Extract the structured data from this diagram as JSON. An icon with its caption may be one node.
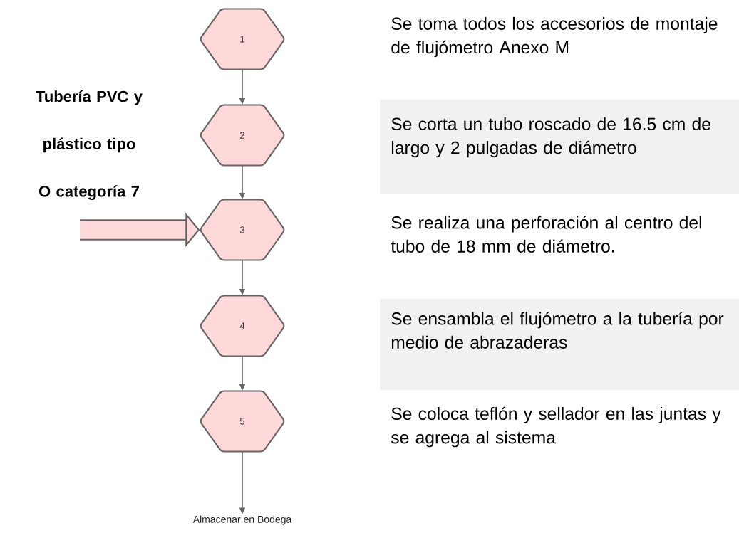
{
  "diagram": {
    "nodes": [
      {
        "text": [
          "1"
        ]
      },
      {
        "text": [
          "2"
        ]
      },
      {
        "text": [
          "3"
        ]
      },
      {
        "text": [
          "4"
        ]
      },
      {
        "text": [
          "5"
        ]
      },
      {
        "text": [
          "Almacenar en Bodega"
        ]
      }
    ],
    "edges": [
      {
        "from": 0,
        "to": 1,
        "arrow": "to"
      },
      {
        "from": 1,
        "to": 2,
        "arrow": "to"
      },
      {
        "from": 2,
        "to": 3,
        "arrow": "to"
      },
      {
        "from": 3,
        "to": 4,
        "arrow": "to"
      },
      {
        "from": 4,
        "to": 5,
        "arrow": "to"
      },
      {
        "from": null,
        "to": 2,
        "arrow": "to",
        "label": "Tubería PVC y plástico tipo O categoría 7",
        "style": "thick"
      }
    ],
    "labels": [
      "Se toma todos los accesorios de montaje de flujómetro Anexo M",
      "Se corta un tubo roscado de 16.5 cm de largo y 2 pulgadas de diámetro",
      "Se realiza una perforación al centro del tubo de 18 mm de diámetro.",
      "Se ensambla el flujómetro a la tubería por medio de abrazaderas",
      "Se coloca teflón y sellador en las juntas y se agrega al sistema"
    ]
  }
}
